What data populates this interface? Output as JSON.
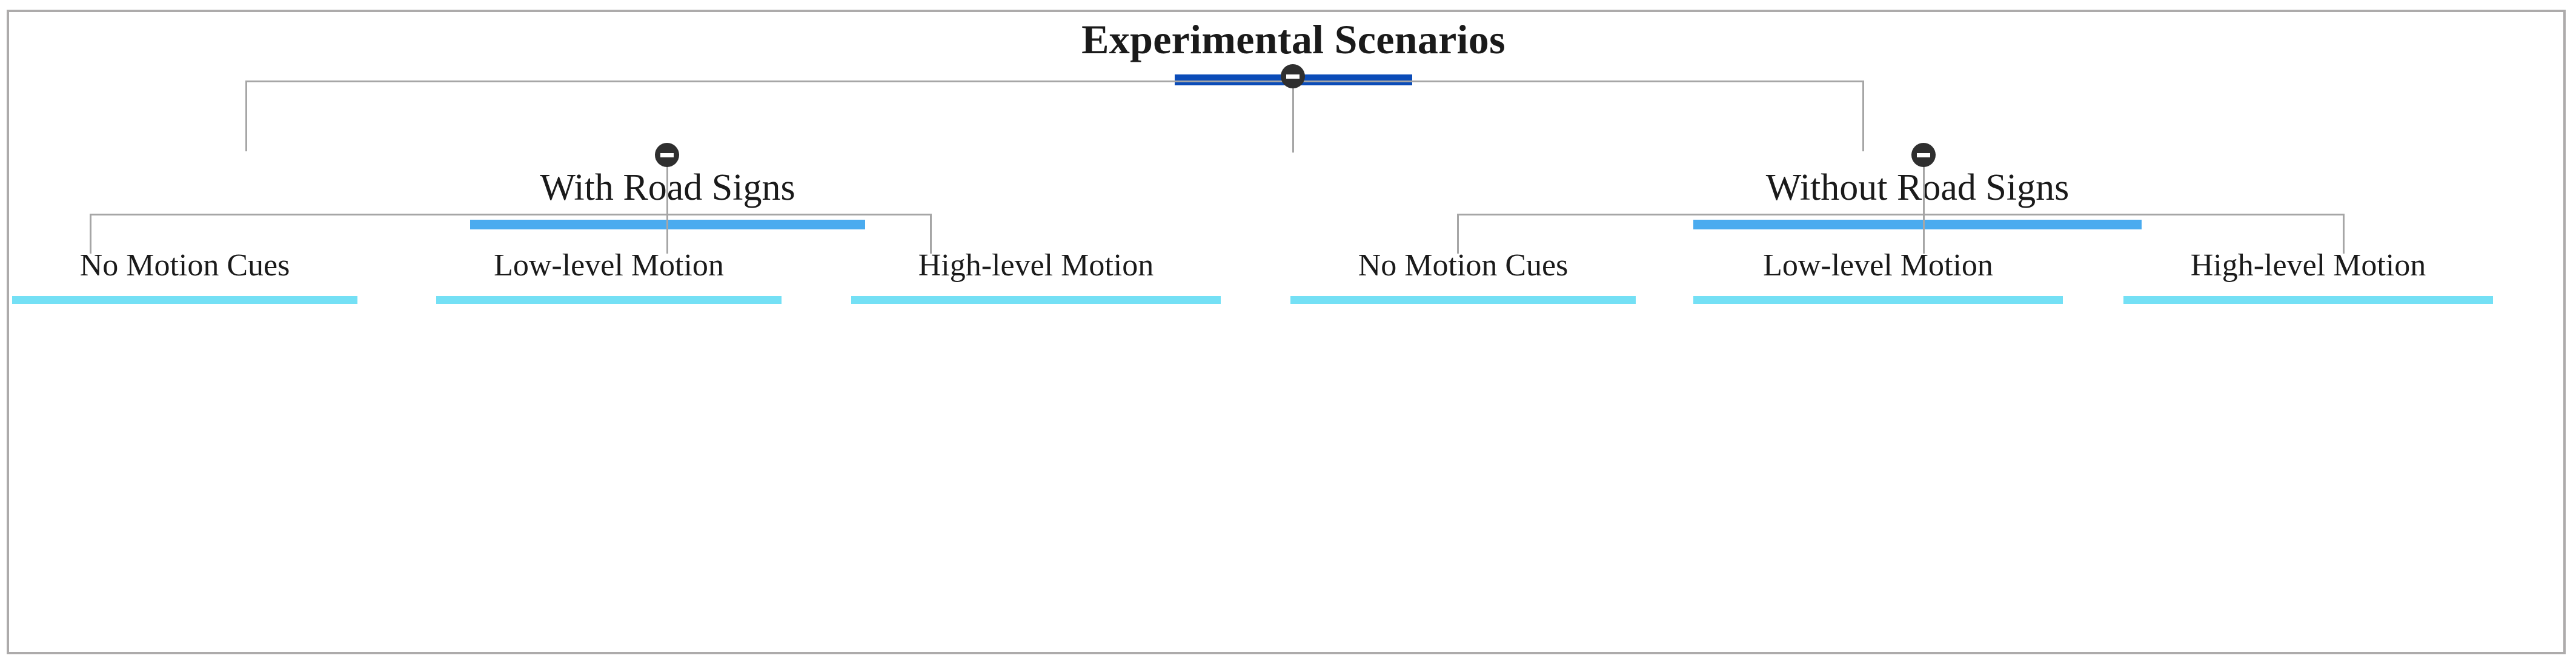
{
  "diagram": {
    "type": "hierarchy-tree",
    "root": {
      "label": "Experimental Scenarios",
      "bar_color": "#0b4cb8",
      "toggle_icon": "minus-circle-icon",
      "toggle_state": "expanded"
    },
    "level2": [
      {
        "label": "With Road Signs",
        "bar_color": "#4aabef",
        "toggle_icon": "minus-circle-icon",
        "toggle_state": "expanded"
      },
      {
        "label": "Without Road Signs",
        "bar_color": "#4aabef",
        "toggle_icon": "minus-circle-icon",
        "toggle_state": "expanded"
      }
    ],
    "leaves": [
      {
        "label": "No Motion Cues",
        "bar_color": "#74e0f5",
        "parent": "With Road Signs"
      },
      {
        "label": "Low-level Motion",
        "bar_color": "#74e0f5",
        "parent": "With Road Signs"
      },
      {
        "label": "High-level Motion",
        "bar_color": "#74e0f5",
        "parent": "With Road Signs"
      },
      {
        "label": "No Motion Cues",
        "bar_color": "#74e0f5",
        "parent": "Without Road Signs"
      },
      {
        "label": "Low-level Motion",
        "bar_color": "#74e0f5",
        "parent": "Without Road Signs"
      },
      {
        "label": "High-level Motion",
        "bar_color": "#74e0f5",
        "parent": "Without Road Signs"
      }
    ],
    "colors": {
      "frame": "#adabab",
      "connector": "#a6a6a6",
      "root_accent": "#0b4cb8",
      "branch_accent": "#4aabef",
      "leaf_accent": "#74e0f5",
      "text": "#1a1a1a",
      "toggle_fill": "#2f2f2f"
    }
  }
}
